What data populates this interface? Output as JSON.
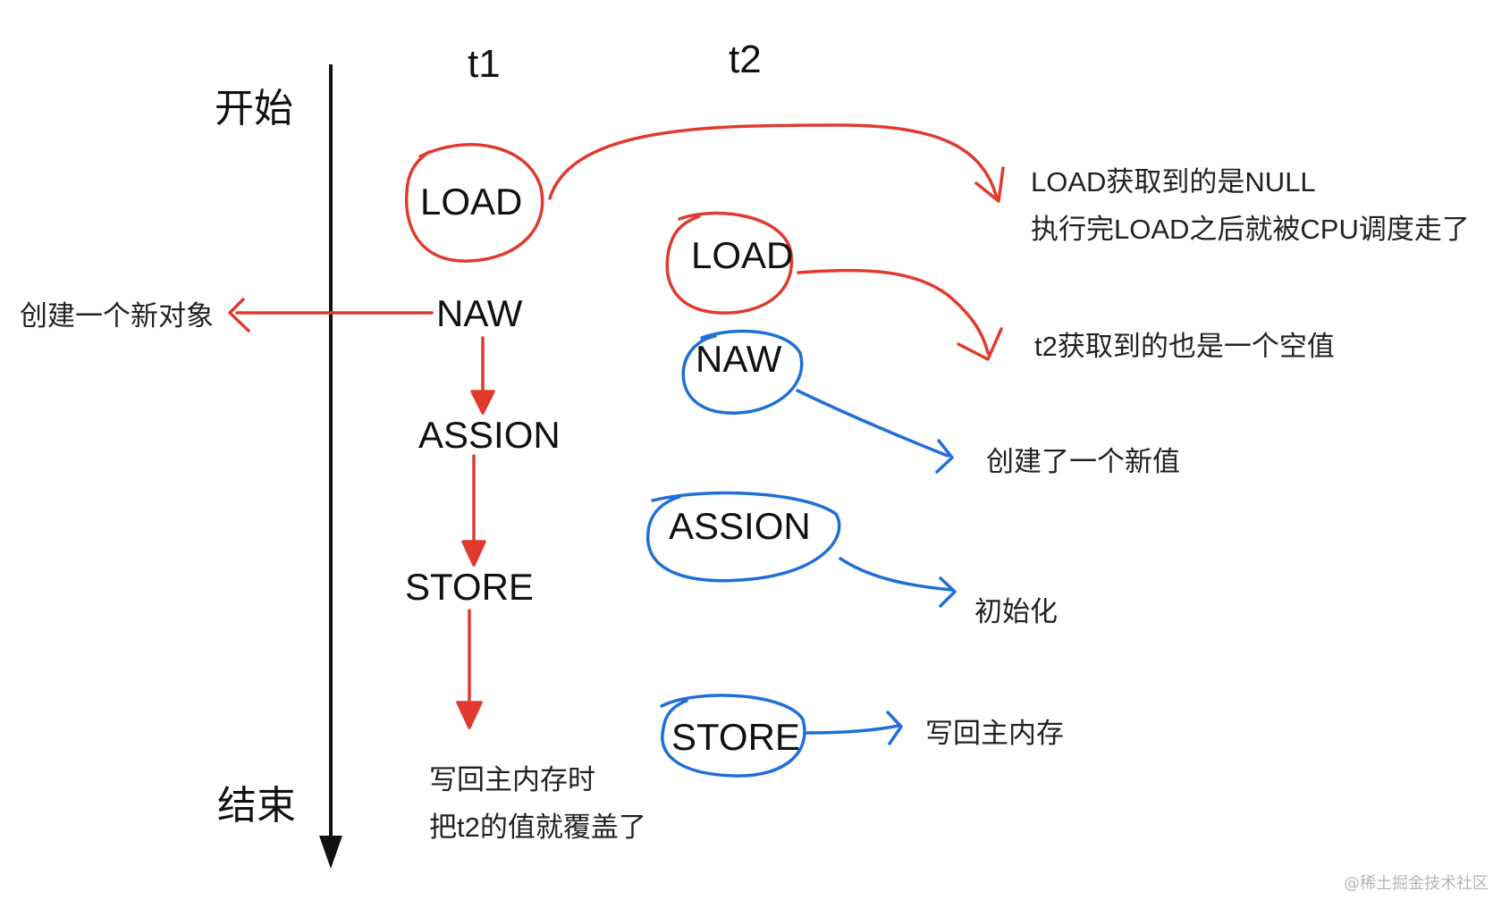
{
  "time_axis": {
    "start": "开始",
    "end": "结束"
  },
  "threads": {
    "t1": "t1",
    "t2": "t2"
  },
  "t1_steps": {
    "load": "LOAD",
    "new": "NAW",
    "assign": "ASSION",
    "store": "STORE"
  },
  "t2_steps": {
    "load": "LOAD",
    "new": "NAW",
    "assign": "ASSION",
    "store": "STORE"
  },
  "notes": {
    "t1_load_line1": "LOAD获取到的是NULL",
    "t1_load_line2": "执行完LOAD之后就被CPU调度走了",
    "t1_new": "创建一个新对象",
    "t2_load": "t2获取到的也是一个空值",
    "t2_new": "创建了一个新值",
    "t2_assign": "初始化",
    "t2_store": "写回主内存",
    "t1_store_line1": "写回主内存时",
    "t1_store_line2": "把t2的值就覆盖了"
  },
  "watermark": "@稀土掘金技术社区",
  "colors": {
    "t1_annotation": "#e03a2e",
    "t2_annotation": "#1f6fd6",
    "axis": "#111111"
  }
}
